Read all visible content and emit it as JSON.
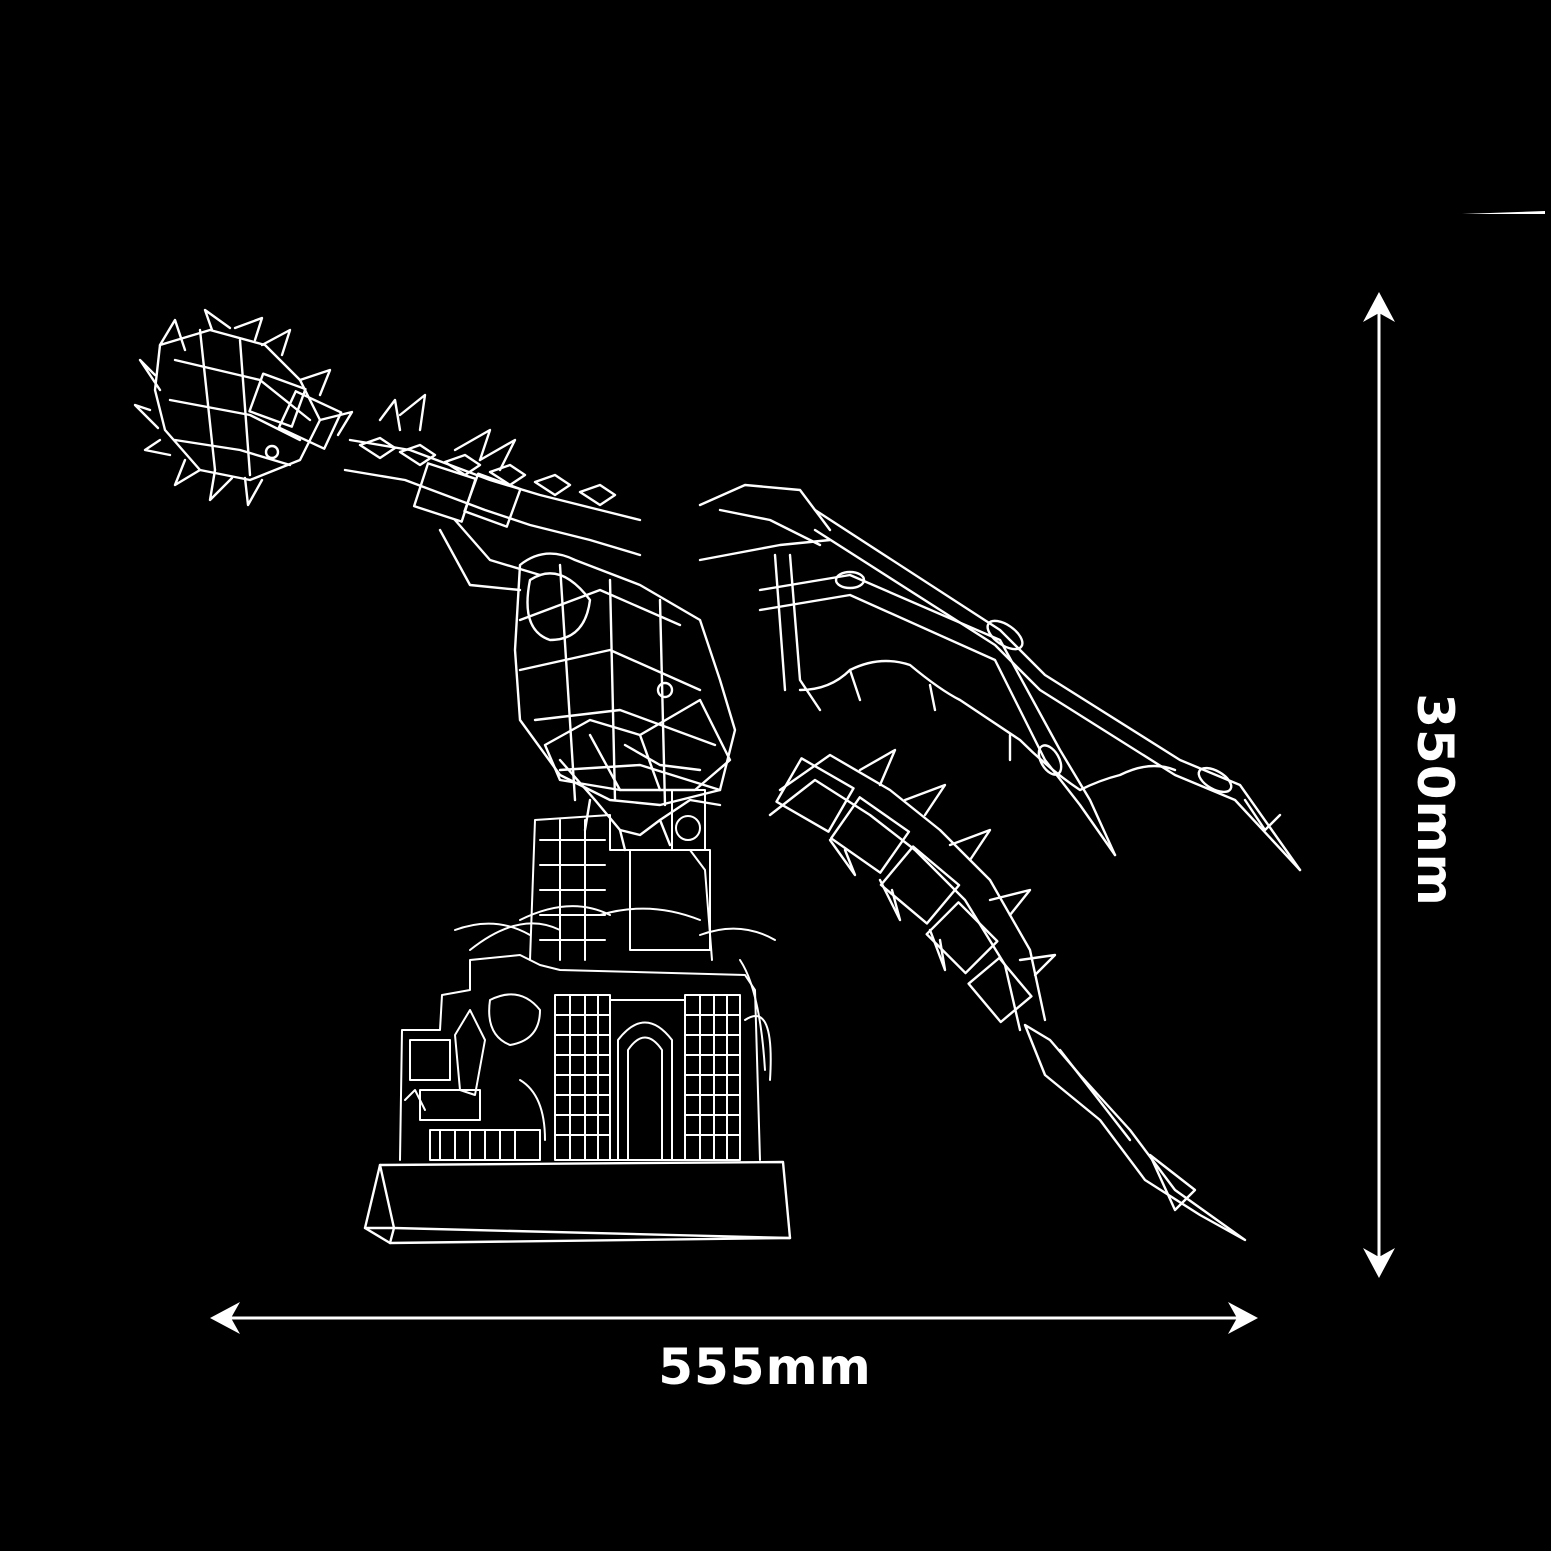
{
  "dimensions": {
    "width_label": "555mm",
    "height_label": "350mm"
  },
  "figure": {
    "subject": "dragon-model-line-drawing",
    "background_color": "#000000",
    "line_color": "#ffffff"
  }
}
